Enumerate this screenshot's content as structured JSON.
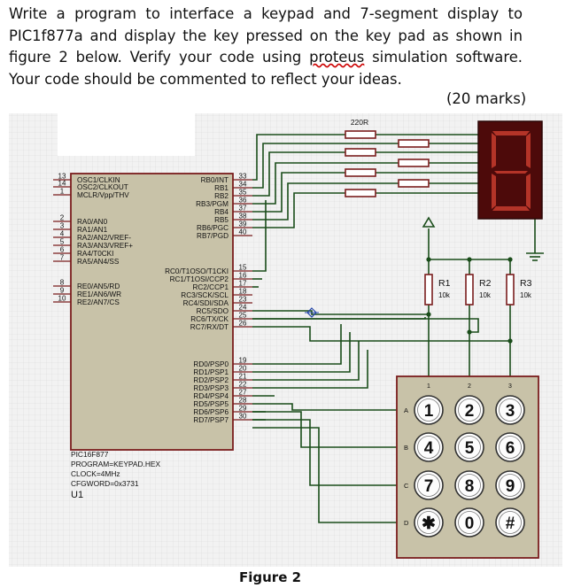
{
  "question": {
    "part1": "Write a program to interface a keypad and 7-segment display to PIC1f877a and display the key pressed on the key pad as shown in figure 2 below. Verify your code using ",
    "underlined_word": "proteus",
    "part2": " simulation software. Your code should be commented to reflect your ideas."
  },
  "marks": "(20 marks)",
  "figure_caption": "Figure 2",
  "mcu": {
    "left_pins": [
      {
        "num": "13",
        "name": "OSC1/CLKIN"
      },
      {
        "num": "14",
        "name": "OSC2/CLKOUT"
      },
      {
        "num": "1",
        "name": "MCLR/Vpp/THV"
      },
      {
        "num": "2",
        "name": "RA0/AN0"
      },
      {
        "num": "3",
        "name": "RA1/AN1"
      },
      {
        "num": "4",
        "name": "RA2/AN2/VREF-"
      },
      {
        "num": "5",
        "name": "RA3/AN3/VREF+"
      },
      {
        "num": "6",
        "name": "RA4/T0CKI"
      },
      {
        "num": "7",
        "name": "RA5/AN4/SS"
      },
      {
        "num": "8",
        "name": "RE0/AN5/RD"
      },
      {
        "num": "9",
        "name": "RE1/AN6/WR"
      },
      {
        "num": "10",
        "name": "RE2/AN7/CS"
      }
    ],
    "right_pins": [
      {
        "num": "33",
        "name": "RB0/INT"
      },
      {
        "num": "34",
        "name": "RB1"
      },
      {
        "num": "35",
        "name": "RB2"
      },
      {
        "num": "36",
        "name": "RB3/PGM"
      },
      {
        "num": "37",
        "name": "RB4"
      },
      {
        "num": "38",
        "name": "RB5"
      },
      {
        "num": "39",
        "name": "RB6/PGC"
      },
      {
        "num": "40",
        "name": "RB7/PGD"
      },
      {
        "num": "15",
        "name": "RC0/T1OSO/T1CKI"
      },
      {
        "num": "16",
        "name": "RC1/T1OSI/CCP2"
      },
      {
        "num": "17",
        "name": "RC2/CCP1"
      },
      {
        "num": "18",
        "name": "RC3/SCK/SCL"
      },
      {
        "num": "23",
        "name": "RC4/SDI/SDA"
      },
      {
        "num": "24",
        "name": "RC5/SDO"
      },
      {
        "num": "25",
        "name": "RC6/TX/CK"
      },
      {
        "num": "26",
        "name": "RC7/RX/DT"
      },
      {
        "num": "19",
        "name": "RD0/PSP0"
      },
      {
        "num": "20",
        "name": "RD1/PSP1"
      },
      {
        "num": "21",
        "name": "RD2/PSP2"
      },
      {
        "num": "22",
        "name": "RD3/PSP3"
      },
      {
        "num": "27",
        "name": "RD4/PSP4"
      },
      {
        "num": "28",
        "name": "RD5/PSP5"
      },
      {
        "num": "29",
        "name": "RD6/PSP6"
      },
      {
        "num": "30",
        "name": "RD7/PSP7"
      }
    ],
    "info_lines": [
      "PIC16F877",
      "PROGRAM=KEYPAD.HEX",
      "CLOCK=4MHz",
      "CFGWORD=0x3731"
    ],
    "ref": "U1"
  },
  "resistor_label": "220R",
  "pullups": [
    {
      "name": "R1",
      "value": "10k"
    },
    {
      "name": "R2",
      "value": "10k"
    },
    {
      "name": "R3",
      "value": "10k"
    }
  ],
  "keypad": {
    "rows": [
      "A",
      "B",
      "C",
      "D"
    ],
    "cols": [
      "1",
      "2",
      "3"
    ],
    "keys": [
      [
        "1",
        "2",
        "3"
      ],
      [
        "4",
        "5",
        "6"
      ],
      [
        "7",
        "8",
        "9"
      ],
      [
        "✱",
        "0",
        "#"
      ]
    ]
  },
  "display_digit": "8",
  "colors": {
    "wire": "#1a4d1a",
    "chip_body": "#c8c2a8",
    "chip_border": "#7a1d1d",
    "grid": "#dcdcdc",
    "background": "#f2f2f2",
    "display_body": "#4d0a0a",
    "segment": "#c0392b",
    "resistor": "#7a1d1d"
  }
}
